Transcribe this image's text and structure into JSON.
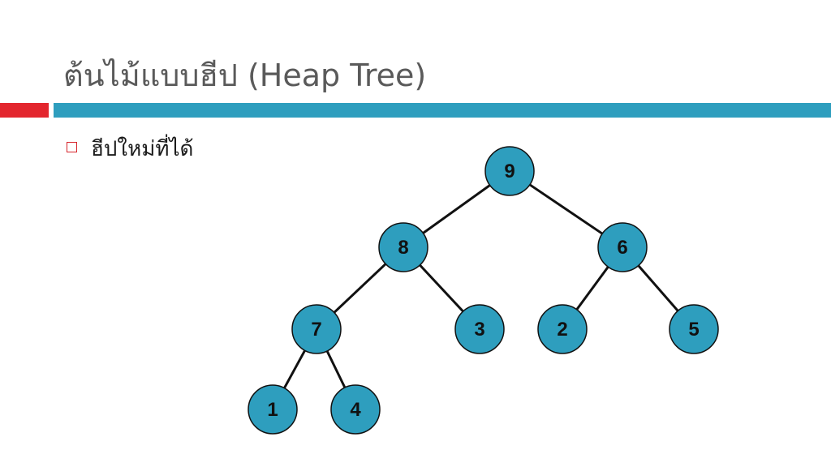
{
  "slide": {
    "title": "ต้นไม้แบบฮีป (Heap Tree)",
    "bullet": "ฮีปใหม่ที่ได้"
  },
  "colors": {
    "accent_red": "#e3262e",
    "accent_teal": "#2e9ebe",
    "node_fill": "#2e9ebe",
    "node_stroke": "#111111"
  },
  "tree": {
    "nodes": [
      {
        "id": "n9",
        "label": "9"
      },
      {
        "id": "n8",
        "label": "8"
      },
      {
        "id": "n6",
        "label": "6"
      },
      {
        "id": "n7",
        "label": "7"
      },
      {
        "id": "n3",
        "label": "3"
      },
      {
        "id": "n2",
        "label": "2"
      },
      {
        "id": "n5",
        "label": "5"
      },
      {
        "id": "n1",
        "label": "1"
      },
      {
        "id": "n4",
        "label": "4"
      }
    ],
    "edges": [
      [
        "n9",
        "n8"
      ],
      [
        "n9",
        "n6"
      ],
      [
        "n8",
        "n7"
      ],
      [
        "n8",
        "n3"
      ],
      [
        "n6",
        "n2"
      ],
      [
        "n6",
        "n5"
      ],
      [
        "n7",
        "n1"
      ],
      [
        "n7",
        "n4"
      ]
    ]
  }
}
